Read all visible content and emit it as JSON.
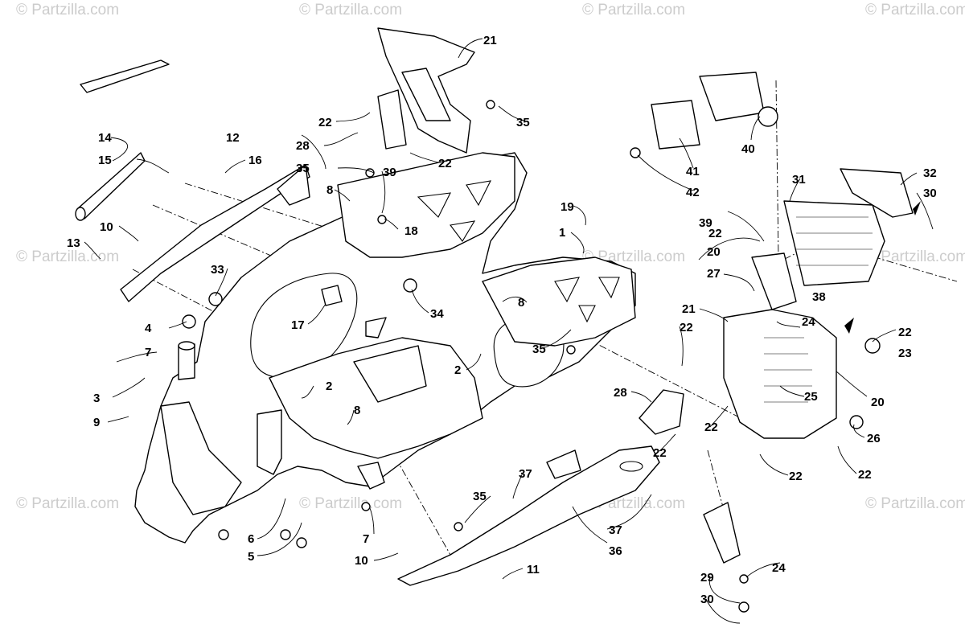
{
  "watermark": "© Partzilla.com",
  "callouts": {
    "c1": "1",
    "c2a": "2",
    "c2b": "2",
    "c3": "3",
    "c4": "4",
    "c5": "5",
    "c6": "6",
    "c7a": "7",
    "c7b": "7",
    "c8a": "8",
    "c8b": "8",
    "c8c": "8",
    "c9": "9",
    "c10a": "10",
    "c10b": "10",
    "c11": "11",
    "c12": "12",
    "c13": "13",
    "c14": "14",
    "c15": "15",
    "c16": "16",
    "c17": "17",
    "c18": "18",
    "c19": "19",
    "c20a": "20",
    "c20b": "20",
    "c21a": "21",
    "c21b": "21",
    "c22a": "22",
    "c22b": "22",
    "c22c": "22",
    "c22d": "22",
    "c22e": "22",
    "c22f": "22",
    "c22g": "22",
    "c22h": "22",
    "c22i": "22",
    "c23": "23",
    "c24a": "24",
    "c24b": "24",
    "c25": "25",
    "c26": "26",
    "c27": "27",
    "c28a": "28",
    "c28b": "28",
    "c29": "29",
    "c30a": "30",
    "c30b": "30",
    "c31": "31",
    "c32": "32",
    "c33": "33",
    "c34": "34",
    "c35a": "35",
    "c35b": "35",
    "c35c": "35",
    "c35d": "35",
    "c36": "36",
    "c37a": "37",
    "c37b": "37",
    "c38": "38",
    "c39a": "39",
    "c39b": "39",
    "c40": "40",
    "c41": "41",
    "c42": "42"
  }
}
